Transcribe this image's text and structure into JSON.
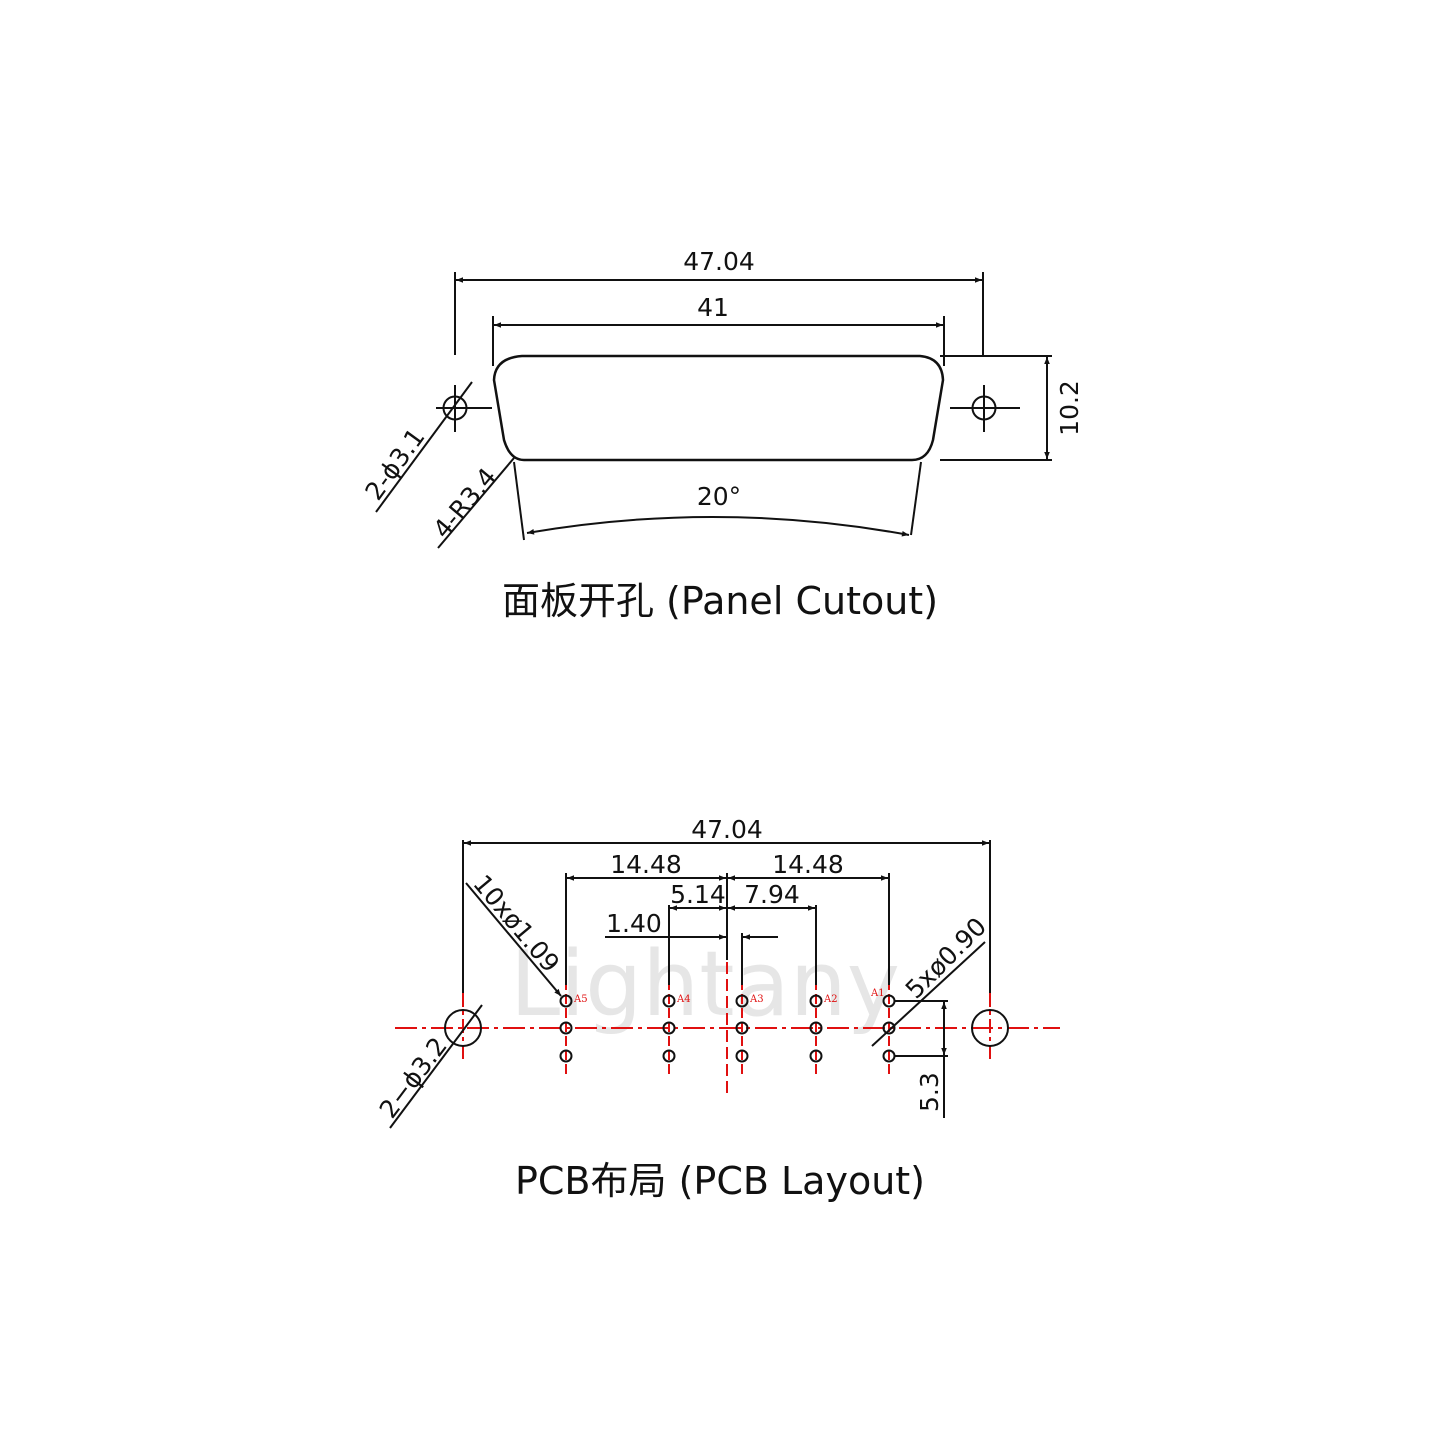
{
  "panel_cutout": {
    "caption": "面板开孔 (Panel Cutout)",
    "dims": {
      "overall_width": "47.04",
      "cutout_width": "41",
      "height": "10.2",
      "angle": "20°",
      "hole_callout": "2-ϕ3.1",
      "radius_callout": "4-R3.4"
    }
  },
  "pcb_layout": {
    "caption": "PCB布局 (PCB Layout)",
    "dims": {
      "overall_width": "47.04",
      "left_group": "14.48",
      "right_group": "14.48",
      "offset_a": "5.14",
      "offset_b": "7.94",
      "offset_c": "1.40",
      "big_hole_callout": "2−ϕ3.2",
      "small_hole_callout_a": "10xø1.09",
      "small_hole_callout_b": "5xø0.90",
      "row_pitch": "5.3"
    },
    "pin_labels": [
      "A5",
      "A4",
      "A3",
      "A2",
      "A1"
    ],
    "watermark": "Lightany"
  },
  "colors": {
    "line": "#111111",
    "centerline": "#e01010",
    "watermark": "#e6e6e6"
  }
}
